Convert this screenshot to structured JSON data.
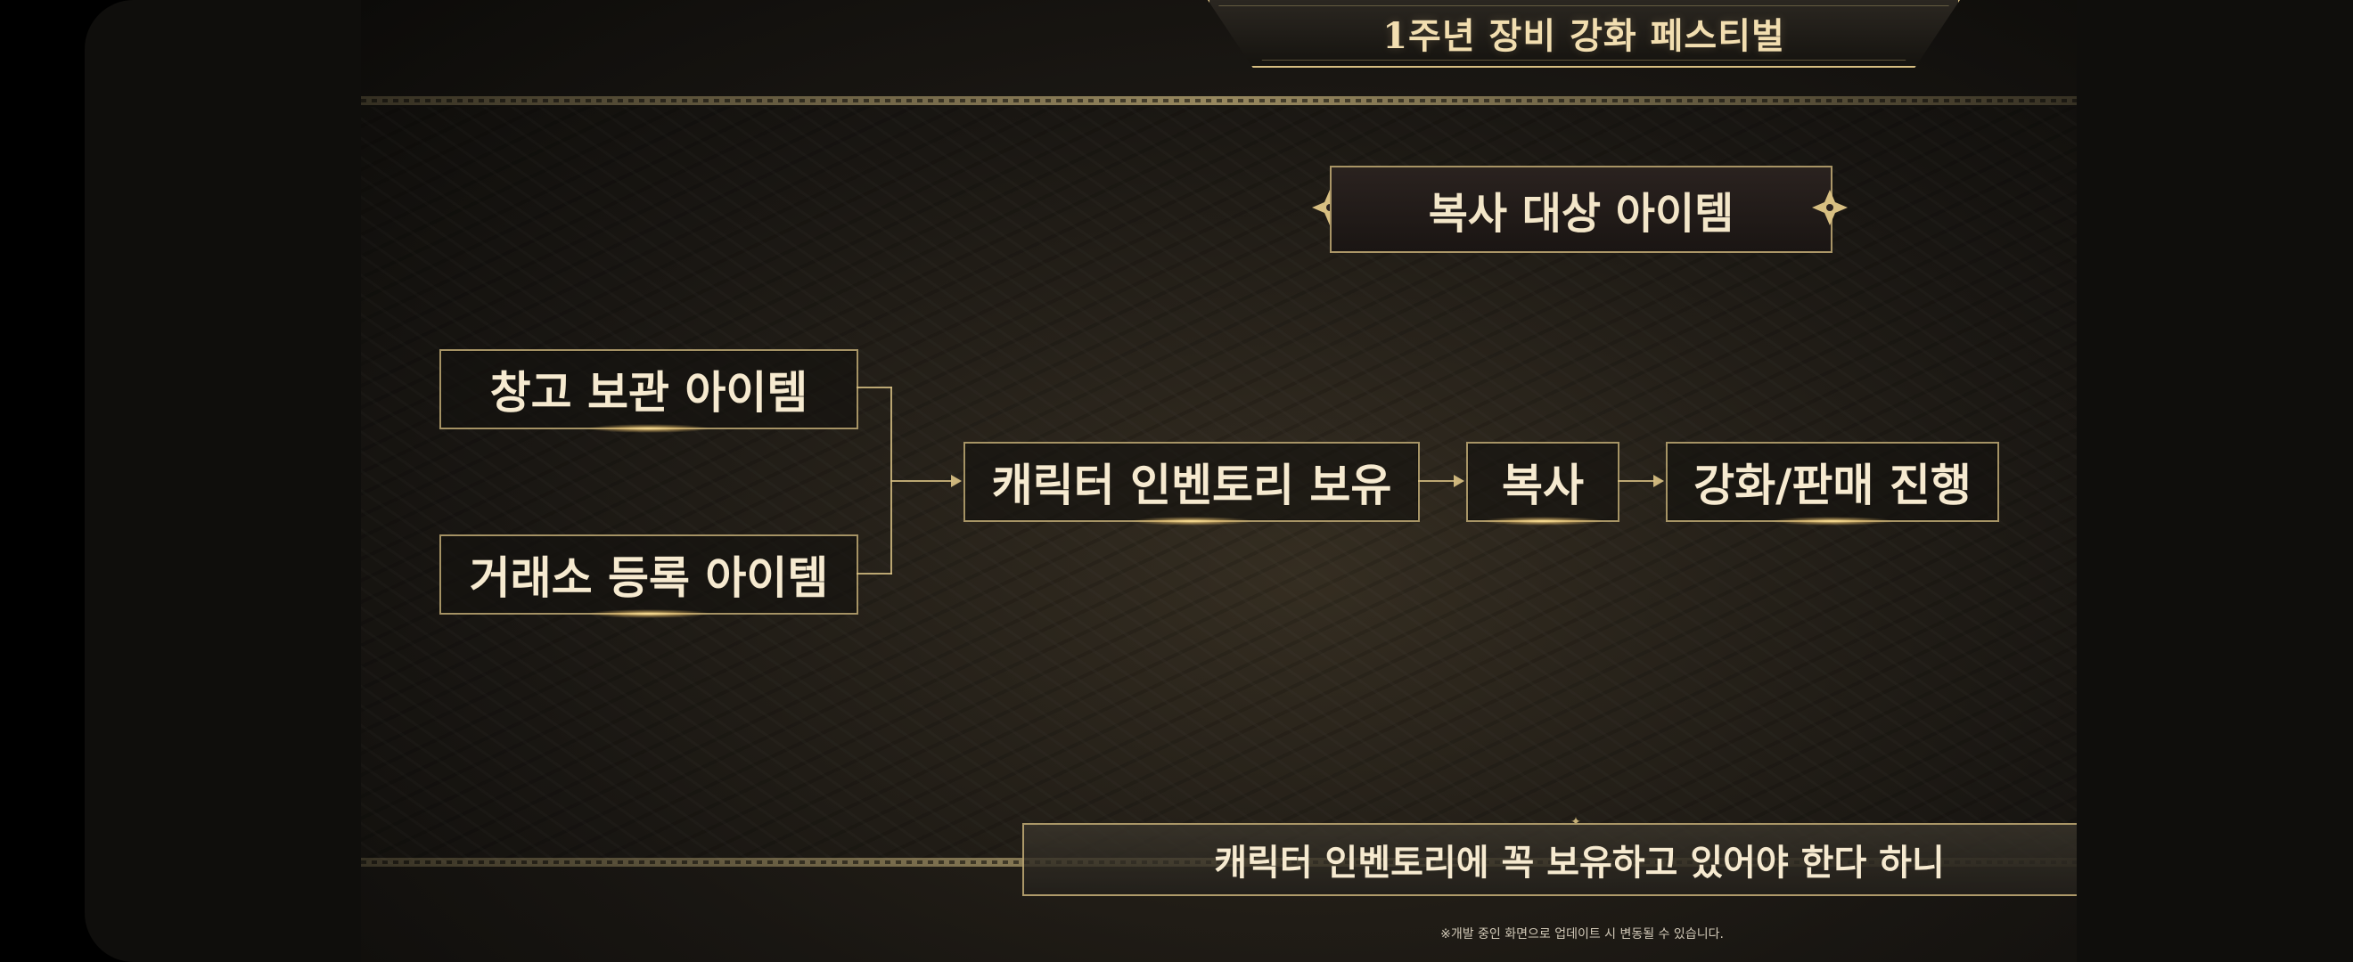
{
  "event": {
    "top_banner_title": "1주년 장비 강화 페스티벌",
    "plaque_label": "복사 대상 아이템"
  },
  "flow": {
    "source_boxes": [
      {
        "label": "창고 보관 아이템"
      },
      {
        "label": "거래소 등록 아이템"
      }
    ],
    "steps": [
      {
        "label": "캐릭터 인벤토리 보유"
      },
      {
        "label": "복사"
      },
      {
        "label": "강화/판매 진행"
      }
    ]
  },
  "captions": {
    "subtitle": "캐릭터 인벤토리에 꼭 보유하고 있어야 한다 하니",
    "disclaimer": "※개발 중인 화면으로 업데이트 시 변동될 수 있습니다."
  },
  "colors": {
    "gold": "#d8bf82",
    "text": "#f3e6c9",
    "background": "#1e1c18"
  }
}
